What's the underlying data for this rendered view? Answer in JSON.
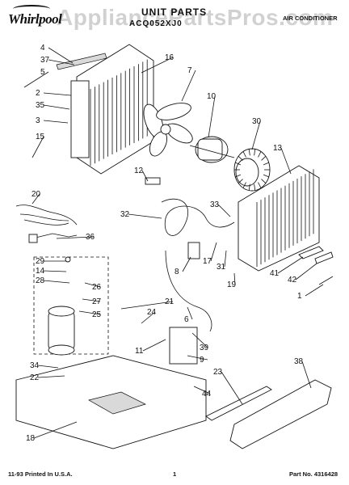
{
  "header": {
    "brand": "Whirlpool",
    "title": "UNIT PARTS",
    "model": "ACQ052XJ0",
    "section": "AIR CONDITIONER",
    "watermark": "AppliancePartsPros.com"
  },
  "footer": {
    "printed": "11-93 Printed In U.S.A.",
    "page": "1",
    "part_no": "Part No. 4316428"
  },
  "callouts": [
    "4",
    "37",
    "5",
    "2",
    "35",
    "3",
    "15",
    "16",
    "7",
    "10",
    "30",
    "13",
    "12",
    "20",
    "32",
    "33",
    "36",
    "17",
    "31",
    "29",
    "14",
    "28",
    "26",
    "27",
    "25",
    "21",
    "8",
    "41",
    "42",
    "1",
    "19",
    "24",
    "6",
    "34",
    "22",
    "11",
    "9",
    "39",
    "38",
    "23",
    "44",
    "18"
  ]
}
